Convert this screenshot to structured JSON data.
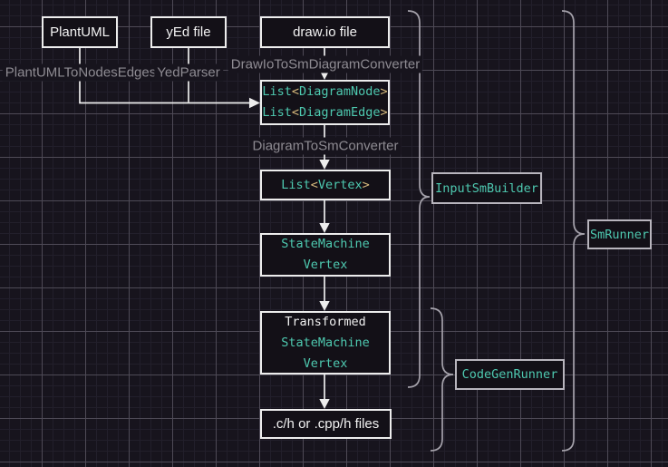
{
  "diagram": {
    "nodes": {
      "plantuml": {
        "label": "PlantUML"
      },
      "yed_file": {
        "label": "yEd file"
      },
      "drawio_file": {
        "label": "draw.io file"
      },
      "diagram_lists": {
        "lines": [
          [
            {
              "text": "List",
              "color": "type"
            },
            {
              "text": "<",
              "color": "bracket"
            },
            {
              "text": "DiagramNode",
              "color": "type"
            },
            {
              "text": ">",
              "color": "bracket"
            }
          ],
          [
            {
              "text": "List",
              "color": "type"
            },
            {
              "text": "<",
              "color": "bracket"
            },
            {
              "text": "DiagramEdge",
              "color": "type"
            },
            {
              "text": ">",
              "color": "bracket"
            }
          ]
        ]
      },
      "list_vertex": {
        "lines": [
          [
            {
              "text": "List",
              "color": "type"
            },
            {
              "text": "<",
              "color": "bracket"
            },
            {
              "text": "Vertex",
              "color": "type"
            },
            {
              "text": ">",
              "color": "bracket"
            }
          ]
        ]
      },
      "statemachine_vertex": {
        "lines": [
          [
            {
              "text": "StateMachine",
              "color": "type"
            }
          ],
          [
            {
              "text": "Vertex",
              "color": "type"
            }
          ]
        ]
      },
      "transformed_statemachine_vertex": {
        "lines": [
          [
            {
              "text": "Transformed",
              "color": "plain"
            }
          ],
          [
            {
              "text": "StateMachine",
              "color": "type"
            }
          ],
          [
            {
              "text": "Vertex",
              "color": "type"
            }
          ]
        ]
      },
      "output_files": {
        "label": ".c/h or .cpp/h files"
      }
    },
    "edge_labels": {
      "plantuml_to_nodes_edges": "PlantUMLToNodesEdges",
      "yed_parser": "YedParser",
      "drawio_converter": "DrawIoToSmDiagramConverter",
      "diagram_to_sm_converter": "DiagramToSmConverter"
    },
    "group_labels": {
      "input_sm_builder": "InputSmBuilder",
      "codegen_runner": "CodeGenRunner",
      "sm_runner": "SmRunner"
    },
    "colors": {
      "canvas_bg": "#17141d",
      "grid_minor": "#221f2b",
      "grid_major": "#4e4a56",
      "node_fill": "#131017",
      "node_border": "#ededed",
      "group_border": "#b8b5bd",
      "connector": "#ededed",
      "brace": "#a5a2ab",
      "type_text": "#4ec9b0",
      "bracket_text": "#d7ba7d",
      "plain_code_text": "#f0f0f0",
      "edge_label_text": "#8e8b92",
      "node_label_text": "#f2f2f2"
    }
  }
}
